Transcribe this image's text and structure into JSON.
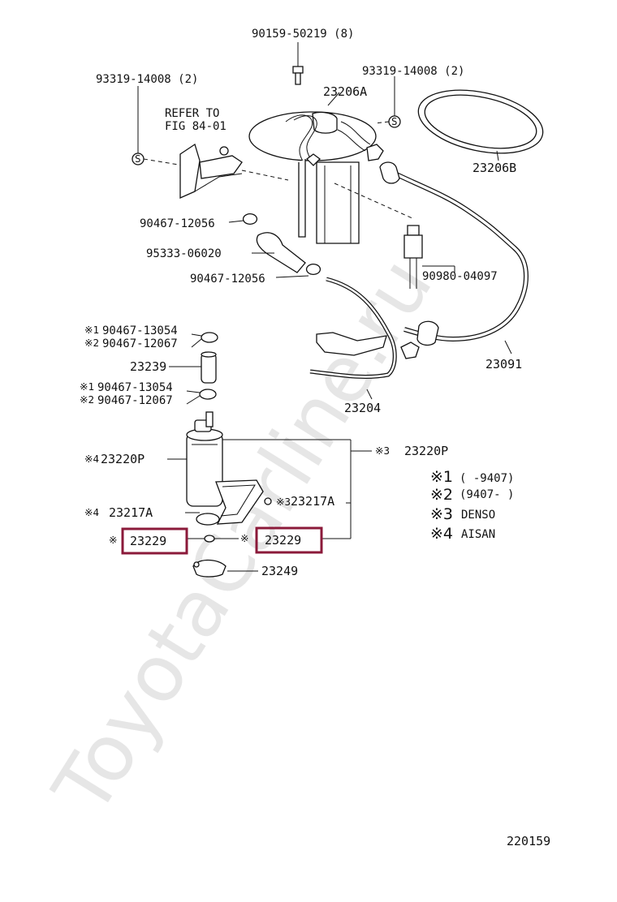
{
  "watermark": "ToyotaCarline.ru",
  "figure_number": "220159",
  "refer": {
    "line1": "REFER TO",
    "line2": "FIG 84-01"
  },
  "callouts": {
    "bolt_top": "90159-50219 (8)",
    "gasket_left": "93319-14008 (2)",
    "gasket_right": "93319-14008 (2)",
    "sender_plate": "23206A",
    "ring_gasket": "23206B",
    "clamp_upper": "90467-12056",
    "hose_upper": "95333-06020",
    "clamp_lower": "90467-12056",
    "sensor": "90980-04097",
    "pipe_outer": "23091",
    "hose_pump": "23239",
    "pipe_inner": "23204",
    "clip_a1": "90467-13054",
    "clip_a2": "90467-12067",
    "clip_b1": "90467-13054",
    "clip_b2": "90467-12067",
    "pump_aisan": "23220P",
    "pump_denso": "23220P",
    "filter_aisan": "23217A",
    "filter_denso": "23217A",
    "washer_left": "23229",
    "washer_right": "23229",
    "cushion": "23249"
  },
  "marks": {
    "m1": "※1",
    "m2": "※2",
    "m3": "※3",
    "m4": "※4",
    "m_cut": "※"
  },
  "legend": [
    {
      "mark": "※1",
      "text": "(      -9407)"
    },
    {
      "mark": "※2",
      "text": "(9407-      )"
    },
    {
      "mark": "※3",
      "text": "DENSO"
    },
    {
      "mark": "※4",
      "text": "AISAN"
    }
  ],
  "highlight_color": "#8b1a3a"
}
